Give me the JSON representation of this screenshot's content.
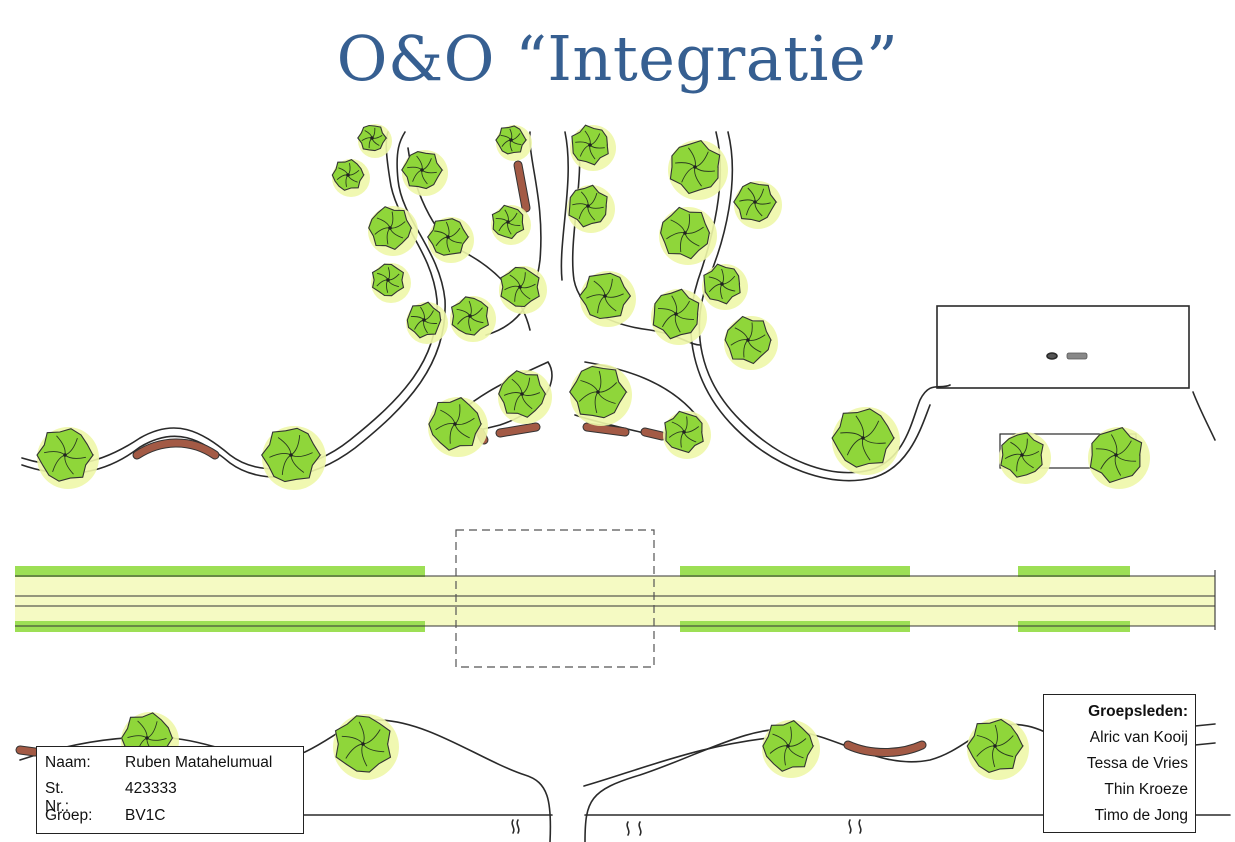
{
  "title": "O&O “Integratie”",
  "student": {
    "name_label": "Naam:",
    "name_value": "Ruben Matahelumual",
    "number_label": "St. Nr.:",
    "number_value": "423333",
    "group_label": "Groep:",
    "group_value": "BV1C"
  },
  "group_members": {
    "heading": "Groepsleden:",
    "members": [
      "Alric van Kooij",
      "Tessa de Vries",
      "Thin Kroeze",
      "Timo de Jong"
    ]
  },
  "colors": {
    "title": "#365f91",
    "tree_fill": "#8fd63a",
    "tree_halo": "#eef7a8",
    "bench": "#a35a45",
    "track_fill": "#f3f9b8",
    "grass_strip": "#9ddf55"
  },
  "drawing_elements": [
    "tree-icon",
    "bench-icon",
    "path-line",
    "railway-track",
    "building-outline",
    "overpass-dashed-outline"
  ]
}
